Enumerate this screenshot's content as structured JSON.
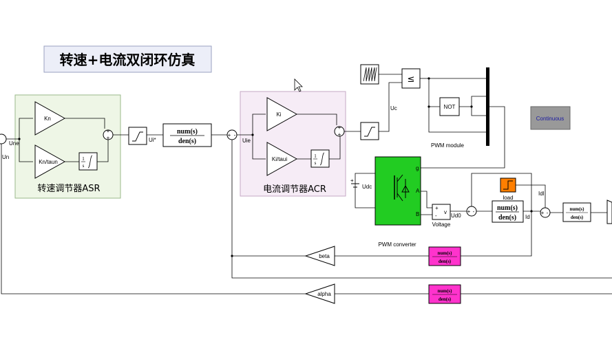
{
  "title": "转速+电流双闭环仿真",
  "asr": {
    "label": "转速调节器ASR",
    "kn": "Kn",
    "kn_taun": "Kn/taun",
    "integrator_num": "1",
    "integrator_den": "s"
  },
  "acr": {
    "label": "电流调节器ACR",
    "ki": "Ki",
    "ki_taui": "Ki/taui",
    "integrator_num": "1",
    "integrator_den": "s"
  },
  "signals": {
    "un": "Un",
    "une": "Une",
    "ui_star": "Ui*",
    "uie": "Uie",
    "uc": "Uc",
    "udc": "Udc",
    "ud0": "Ud0",
    "id": "Id",
    "idl": "Idl"
  },
  "tf": {
    "num": "num(s)",
    "den": "den(s)"
  },
  "pwm_module": {
    "label": "PWM module",
    "compare": "≤",
    "not": "NOT"
  },
  "pwm_converter": {
    "label": "PWM converter",
    "port_g": "g",
    "port_a": "A",
    "port_b": "B"
  },
  "voltage": {
    "label": "Voltage",
    "plus": "+",
    "minus": "-",
    "v": "v"
  },
  "load": {
    "label": "load"
  },
  "powergui": {
    "label": "Continuous"
  },
  "feedback": {
    "beta": "beta",
    "alpha": "alpha"
  },
  "sum_signs": {
    "plus": "+",
    "minus": "-"
  },
  "colors": {
    "asr_bg": "#eef6e6",
    "acr_bg": "#f6ecf6",
    "title_bg": "#eceef8",
    "converter": "#22cc22",
    "load": "#ff7f00",
    "tf_magenta": "#ff33cc",
    "powergui": "#999999",
    "powergui_text": "#1a1aa0"
  }
}
